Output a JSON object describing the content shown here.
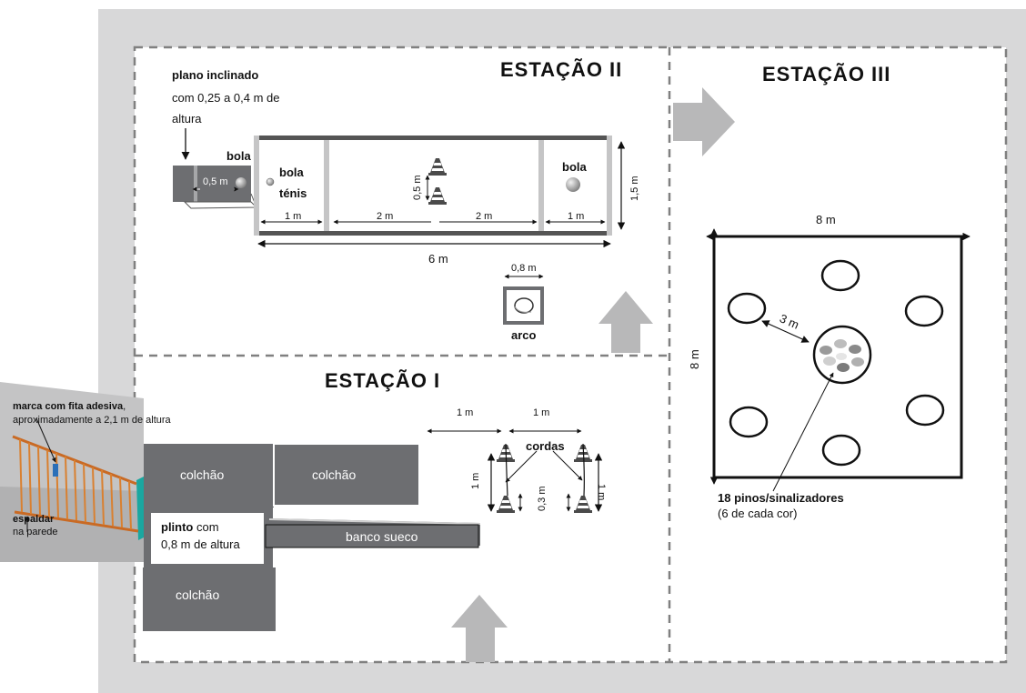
{
  "stations": {
    "station1": "ESTAÇÃO I",
    "station2": "ESTAÇÃO II",
    "station3": "ESTAÇÃO III"
  },
  "station2": {
    "ramp_title": "plano inclinado",
    "ramp_line2": "com 0,25 a 0,4 m de",
    "ramp_line3": "altura",
    "bola_left": "bola",
    "ramp_width": "0,5 m",
    "tennis_line1": "bola",
    "tennis_line2": "ténis",
    "bola_right": "bola",
    "cone_gap": "0,5 m",
    "width_label": "1,5 m",
    "seg1": "1 m",
    "seg2": "2 m",
    "seg3": "2 m",
    "seg4": "1 m",
    "length_label": "6 m",
    "hoop_size": "0,8 m",
    "hoop_label": "arco"
  },
  "station1": {
    "tape_mark": "marca com fita adesiva",
    "tape_comma": ",",
    "tape_height": "aproximadamente a 2,1 m de altura",
    "wall_bars": "espaldar",
    "wall_bars_2": "na parede",
    "mat1": "colchão",
    "mat2": "colchão",
    "mat3": "colchão",
    "box_bold": "plinto",
    "box_rest": " com",
    "box_line2": "0,8 m de altura",
    "bench": "banco sueco",
    "gap1": "1 m",
    "gap2": "1 m",
    "ropes": "cordas",
    "rope_height_l": "1 m",
    "rope_height_r": "1 m",
    "low_height": "0,3 m"
  },
  "station3": {
    "side_top": "8 m",
    "side_left": "8 m",
    "radius": "3 m",
    "cones_bold": "18 pinos/sinalizadores",
    "cones_note": "(6 de cada cor)"
  },
  "colors": {
    "frame": "#d8d8d9",
    "mat": "#6d6e71",
    "arrow": "#b8b8b9",
    "dash": "#808080"
  }
}
